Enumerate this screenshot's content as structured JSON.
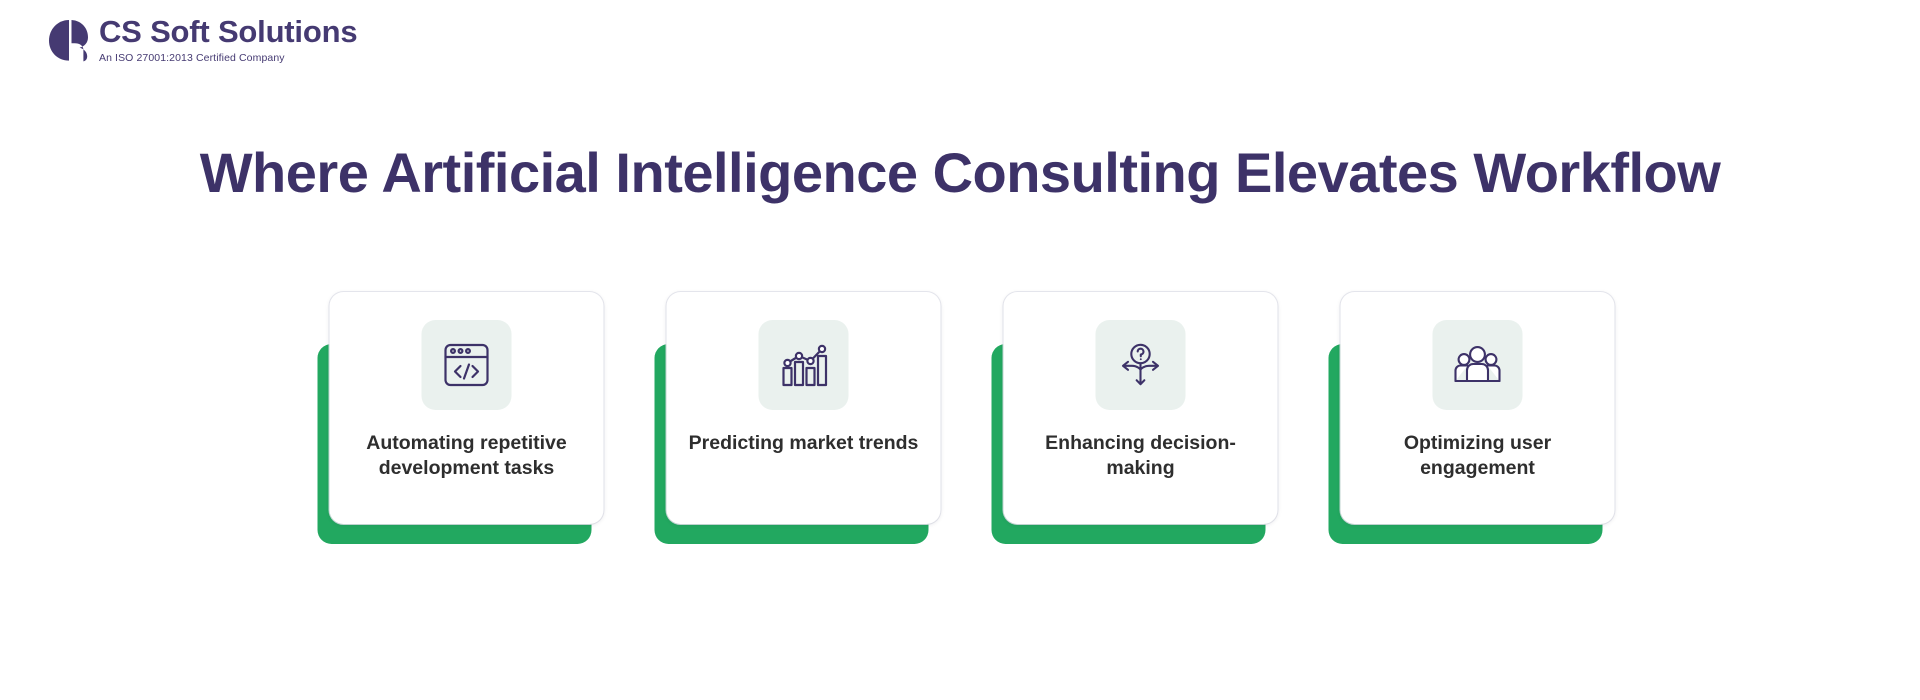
{
  "brand": {
    "name": "CS Soft Solutions",
    "tagline": "An ISO 27001:2013 Certified Company",
    "mark_color": "#453a72",
    "text_color": "#453a72"
  },
  "headline": {
    "text": "Where Artificial Intelligence Consulting Elevates Workflow",
    "color": "#3d3268"
  },
  "theme": {
    "accent_green": "#22a860",
    "icon_tile_bg": "#eaf1ee",
    "icon_stroke": "#3d3268",
    "card_bg": "#ffffff",
    "card_title_color": "#2e2e2e",
    "page_bg": "#ffffff"
  },
  "cards": [
    {
      "id": "automating-repetitive-development-tasks",
      "icon": "code-window-icon",
      "title": "Automating repetitive development tasks"
    },
    {
      "id": "predicting-market-trends",
      "icon": "bar-chart-trend-icon",
      "title": "Predicting market trends"
    },
    {
      "id": "enhancing-decision-making",
      "icon": "decision-arrows-question-icon",
      "title": "Enhancing decision-making"
    },
    {
      "id": "optimizing-user-engagement",
      "icon": "user-group-icon",
      "title": "Optimizing user engagement"
    }
  ]
}
